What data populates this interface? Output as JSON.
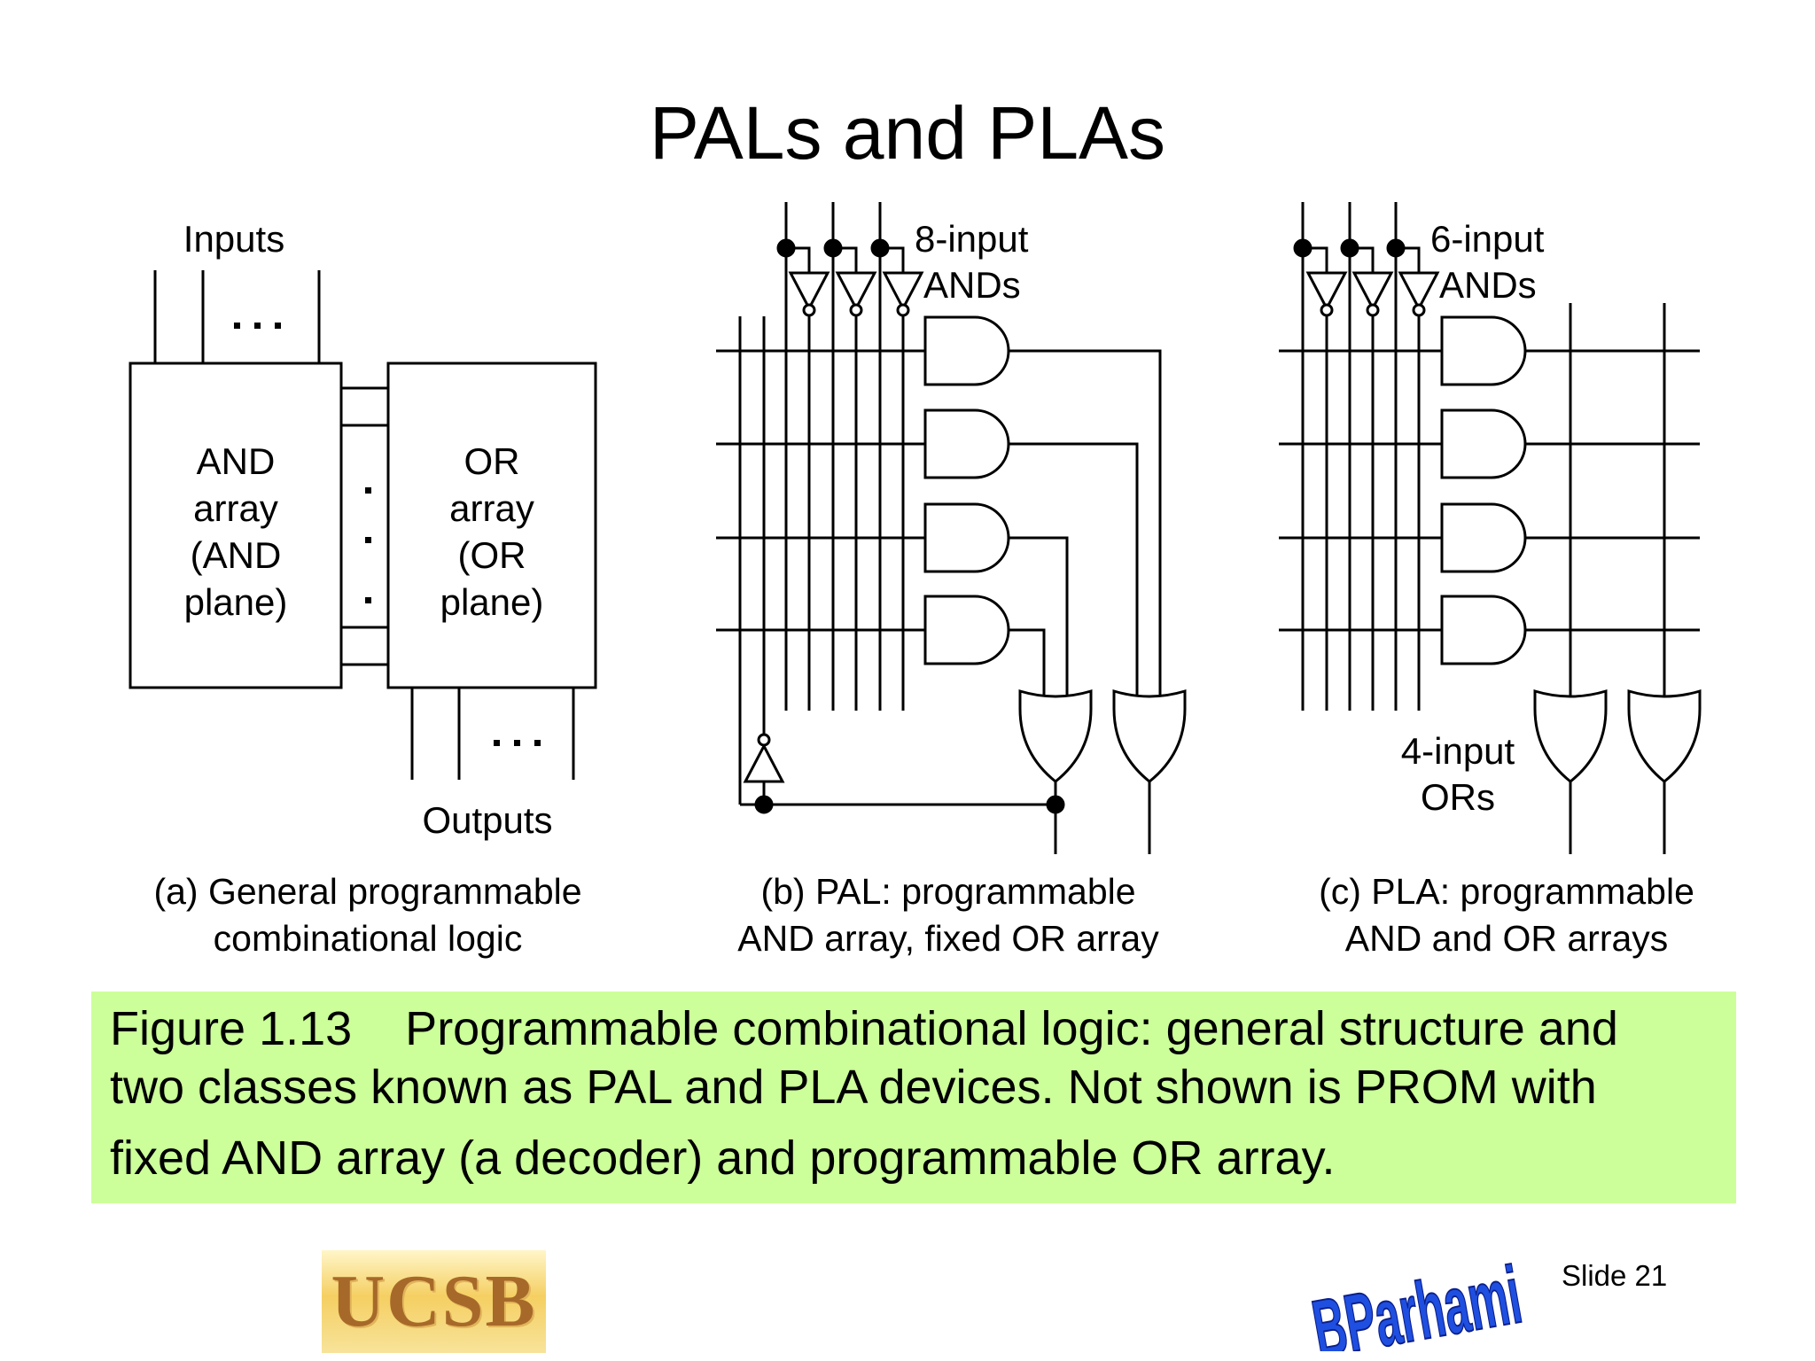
{
  "title": "PALs and PLAs",
  "panel_a": {
    "inputs_label": "Inputs",
    "outputs_label": "Outputs",
    "and_box": [
      "AND",
      "array",
      "(AND",
      "plane)"
    ],
    "or_box": [
      "OR",
      "array",
      "(OR",
      "plane)"
    ],
    "caption": [
      "(a) General programmable",
      "combinational logic"
    ]
  },
  "panel_b": {
    "and_label": [
      "8-input",
      "ANDs"
    ],
    "caption": [
      "(b) PAL: programmable",
      "AND array, fixed OR array"
    ]
  },
  "panel_c": {
    "and_label": [
      "6-input",
      "ANDs"
    ],
    "or_label": [
      "4-input",
      "ORs"
    ],
    "caption": [
      "(c) PLA: programmable",
      "AND and OR arrays"
    ]
  },
  "figure_caption": {
    "line1": "Figure 1.13    Programmable combinational logic: general structure and",
    "line2": "two classes known as PAL and PLA devices. Not shown is PROM with",
    "line3": "fixed AND array (a decoder) and programmable OR array."
  },
  "footer": {
    "ucsb_logo": "UCSB",
    "author_logo": "BParhami",
    "slide_label": "Slide 21"
  },
  "colors": {
    "caption_bg": "#ccff99",
    "logo_blue": "#1f4fe0",
    "ucsb_brown": "#a7692a"
  }
}
